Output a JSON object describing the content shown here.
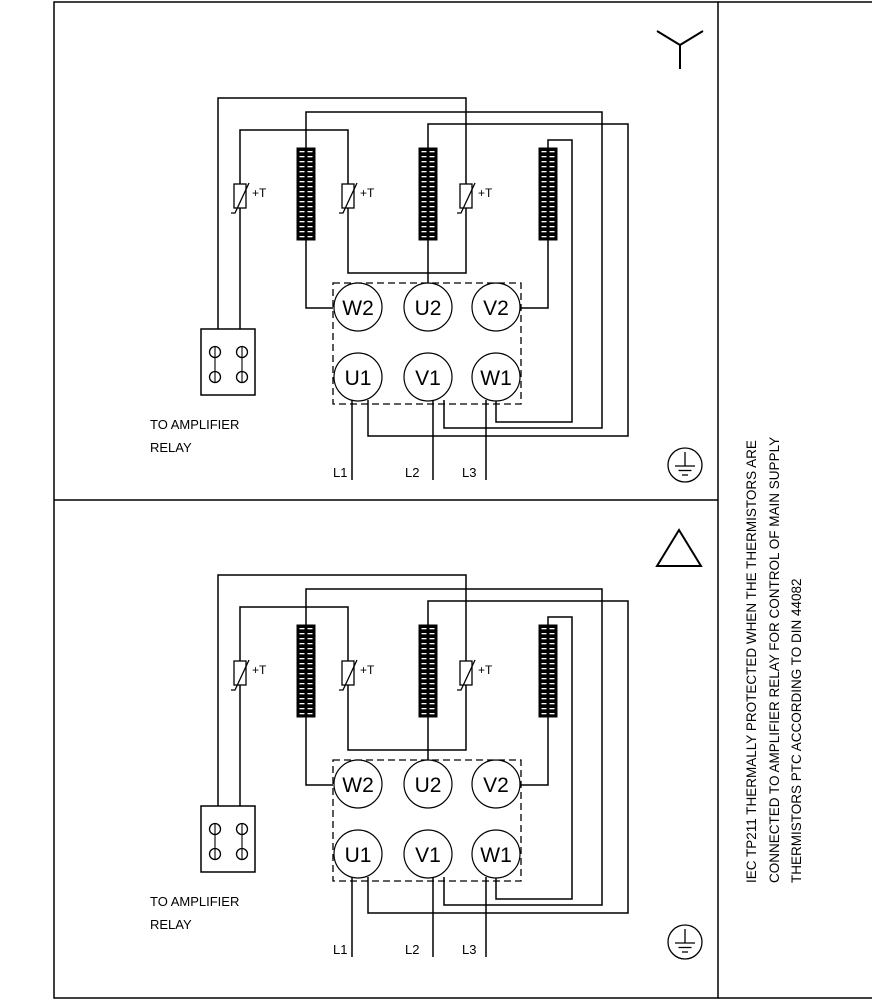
{
  "panels": [
    {
      "connection": "star",
      "thermistor_label": "+T",
      "terminals_top": [
        "W2",
        "U2",
        "V2"
      ],
      "terminals_bottom": [
        "U1",
        "V1",
        "W1"
      ],
      "relay_label_line1": "TO AMPLIFIER",
      "relay_label_line2": "RELAY",
      "lines": [
        "L1",
        "L2",
        "L3"
      ]
    },
    {
      "connection": "delta",
      "thermistor_label": "+T",
      "terminals_top": [
        "W2",
        "U2",
        "V2"
      ],
      "terminals_bottom": [
        "U1",
        "V1",
        "W1"
      ],
      "relay_label_line1": "TO AMPLIFIER",
      "relay_label_line2": "RELAY",
      "lines": [
        "L1",
        "L2",
        "L3"
      ]
    }
  ],
  "note": {
    "line1": "IEC TP211 THERMALLY PROTECTED WHEN THE THERMISTORS ARE",
    "line2": "CONNECTED TO AMPLIFIER RELAY FOR CONTROL OF MAIN SUPPLY",
    "line3": "THERMISTORS PTC ACCORDING TO DIN 44082"
  }
}
